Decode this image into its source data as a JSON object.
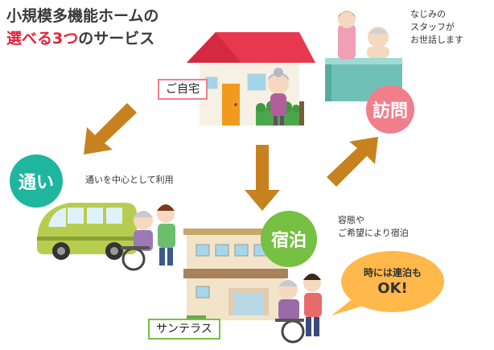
{
  "title": {
    "line1": "小規模多機能ホームの",
    "line2_accent": "選べる3つ",
    "line2_rest": "のサービス"
  },
  "services": {
    "visit": {
      "label": "訪問",
      "note_lines": [
        "なじみの",
        "スタッフが",
        "お世話します"
      ]
    },
    "day": {
      "label": "通い",
      "note": "通いを中心として利用"
    },
    "stay": {
      "label": "宿泊",
      "note_lines": [
        "容態や",
        "ご希望により宿泊"
      ]
    }
  },
  "places": {
    "home": "ご自宅",
    "facility": "サンテラス"
  },
  "callout": {
    "line1": "時には連泊も",
    "line2": "OK!"
  },
  "colors": {
    "accent_red": "#e2243b",
    "visit_pink": "#f07f8c",
    "day_teal": "#1fb6a0",
    "stay_green": "#76c043",
    "arrow_brown": "#c7821f",
    "bubble_orange": "#ffb84a"
  }
}
